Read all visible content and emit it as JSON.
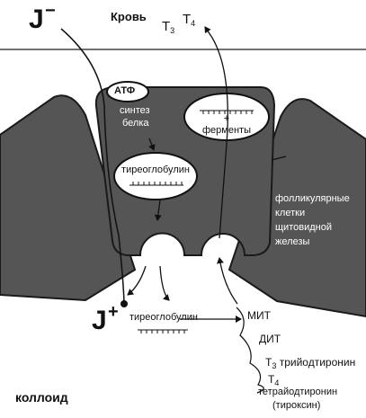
{
  "labels": {
    "iodide_symbol": "J",
    "iodide_charge": "−",
    "iodine_symbol": "J",
    "iodine_charge": "+",
    "blood": "Кровь",
    "t3_letter": "T",
    "t3_index": "3",
    "t4_letter": "T",
    "t4_index": "4",
    "atp": "АТФ",
    "protein_synthesis_line1": "синтез",
    "protein_synthesis_line2": "белка",
    "enzymes_plus": "+",
    "enzymes": "ферменты",
    "thyroglobulin_cell": "тиреоглобулин",
    "follicular_line1": "фолликулярные",
    "follicular_line2": "клетки",
    "follicular_line3": "щитовидной",
    "follicular_line4": "железы",
    "thyroglobulin_colloid": "тиреоглобулин",
    "mit": "МИТ",
    "dit": "ДИТ",
    "t3_name_letter": "T",
    "t3_name_index": "3",
    "t3_name": "трийодтиронин",
    "t4_name_letter": "T",
    "t4_name_index": "4",
    "t4_name_line1": "тетрайодтиронин",
    "t4_name_line2": "(тироксин)",
    "colloid": "коллоид"
  },
  "colors": {
    "cell_fill": "#555555",
    "cell_stroke": "#1a1a1a",
    "membrane_line": "#444444",
    "vesicle_fill": "#ffffff",
    "text": "#111111"
  }
}
